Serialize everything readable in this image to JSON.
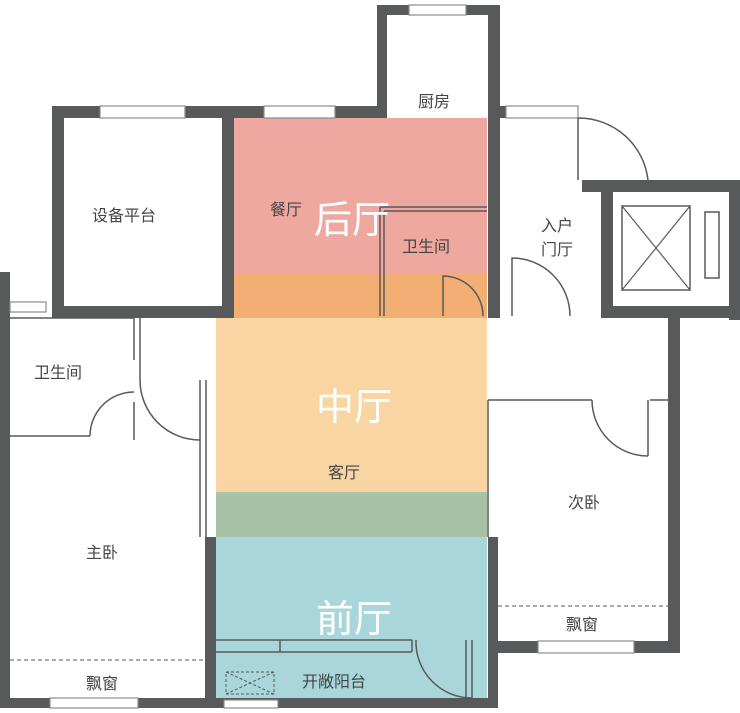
{
  "zones": {
    "rear": "后厅",
    "middle": "中厅",
    "front": "前厅"
  },
  "rooms": {
    "kitchen": "厨房",
    "equipment_platform": "设备平台",
    "dining": "餐厅",
    "rear_bathroom": "卫生间",
    "entry_hall": "入户\n门厅",
    "entry_hall_line1": "入户",
    "entry_hall_line2": "门厅",
    "master_bathroom": "卫生间",
    "living_room": "客厅",
    "master_bedroom": "主卧",
    "second_bedroom": "次卧",
    "bay_window_left": "飘窗",
    "bay_window_right": "飘窗",
    "open_balcony": "开敞阳台"
  },
  "colors": {
    "rear_zone": "#efa8a0",
    "overlap_rear_middle": "#f3ae73",
    "middle_zone": "#f8d5a3",
    "overlap_middle_front": "#a8c2a8",
    "front_zone": "#a9d6da",
    "wall": "#58595b"
  }
}
